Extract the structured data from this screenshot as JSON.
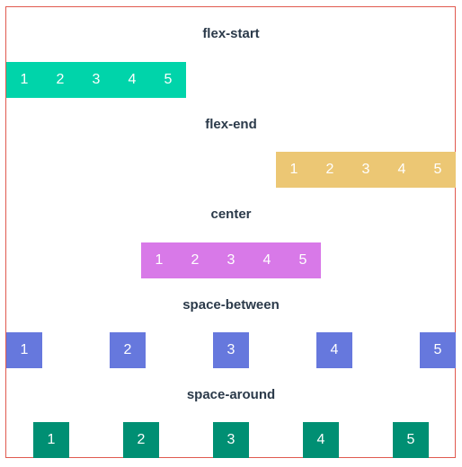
{
  "demos": [
    {
      "title": "flex-start",
      "justify": "flex-start",
      "color": "#00d4aa",
      "items": [
        "1",
        "2",
        "3",
        "4",
        "5"
      ]
    },
    {
      "title": "flex-end",
      "justify": "flex-end",
      "color": "#ecc774",
      "items": [
        "1",
        "2",
        "3",
        "4",
        "5"
      ]
    },
    {
      "title": "center",
      "justify": "center",
      "color": "#d879e8",
      "items": [
        "1",
        "2",
        "3",
        "4",
        "5"
      ]
    },
    {
      "title": "space-between",
      "justify": "space-between",
      "color": "#6678dd",
      "items": [
        "1",
        "2",
        "3",
        "4",
        "5"
      ]
    },
    {
      "title": "space-around",
      "justify": "space-around",
      "color": "#008f73",
      "items": [
        "1",
        "2",
        "3",
        "4",
        "5"
      ]
    }
  ],
  "colors": {
    "frame_border": "#e05a4f",
    "title_text": "#2b3a4a",
    "item_text": "#ffffff"
  }
}
